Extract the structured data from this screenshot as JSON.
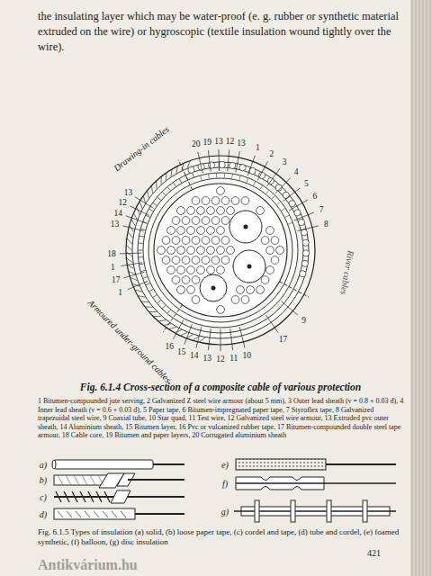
{
  "diagram": {
    "caption": "Fig. 6.1.4 Cross-section of a composite cable of various protection",
    "labels": [
      "the insulating layer which may be water-proof (e. g. rubber or synthetic material extruded on the wire) or hygroscopic (textile insulation wound tightly over the wire).",
      "Drawing-in cables",
      "River cables",
      "Armoured under-ground cables",
      "20",
      "19",
      "13",
      "12",
      "13",
      "13",
      "12",
      "14",
      "13",
      "18",
      "1",
      "17",
      "1",
      "16",
      "15",
      "14",
      "13",
      "12",
      "11",
      "10",
      "1",
      "2",
      "3",
      "4",
      "5",
      "6",
      "7",
      "8",
      "9",
      "17",
      "1 Bitumen-compounded jute serving, 2 Galvanized Z steel wire armour (about 5 mm), 3 Outer lead sheath (v = 0.8 + 0.03 d), 4 Inner lead sheath (v = 0.6 + 0.03 d), 5 Paper tape, 6 Bitumen-impregnated paper tape, 7 Styroflex tape, 8 Galvanized trapezoidal steel wire, 9 Coaxial tube, 10 Star quad, 11 Test wire, 12 Galvanized steel wire armour, 13 Extruded pvc outer sheath, 14 Aluminium sheath, 15 Bitumen layer, 16 Pvc or vulcanized rubber tape, 17 Bitumen-compounded double steel tape armour, 18 Cable core, 19 Bitumen and paper layers, 20 Corrugated aluminium sheath",
      "a)",
      "b)",
      "c)",
      "d)",
      "e)",
      "f)",
      "g)",
      "Fig. 6.1.5 Types of insulation (a) solid, (b) loose paper tape, (c) cordel and tape, (d) tube and cordel, (e) foamed synthetic, (f) balloon, (g) disc insulation",
      "421",
      "Antikvárium.hu"
    ]
  }
}
